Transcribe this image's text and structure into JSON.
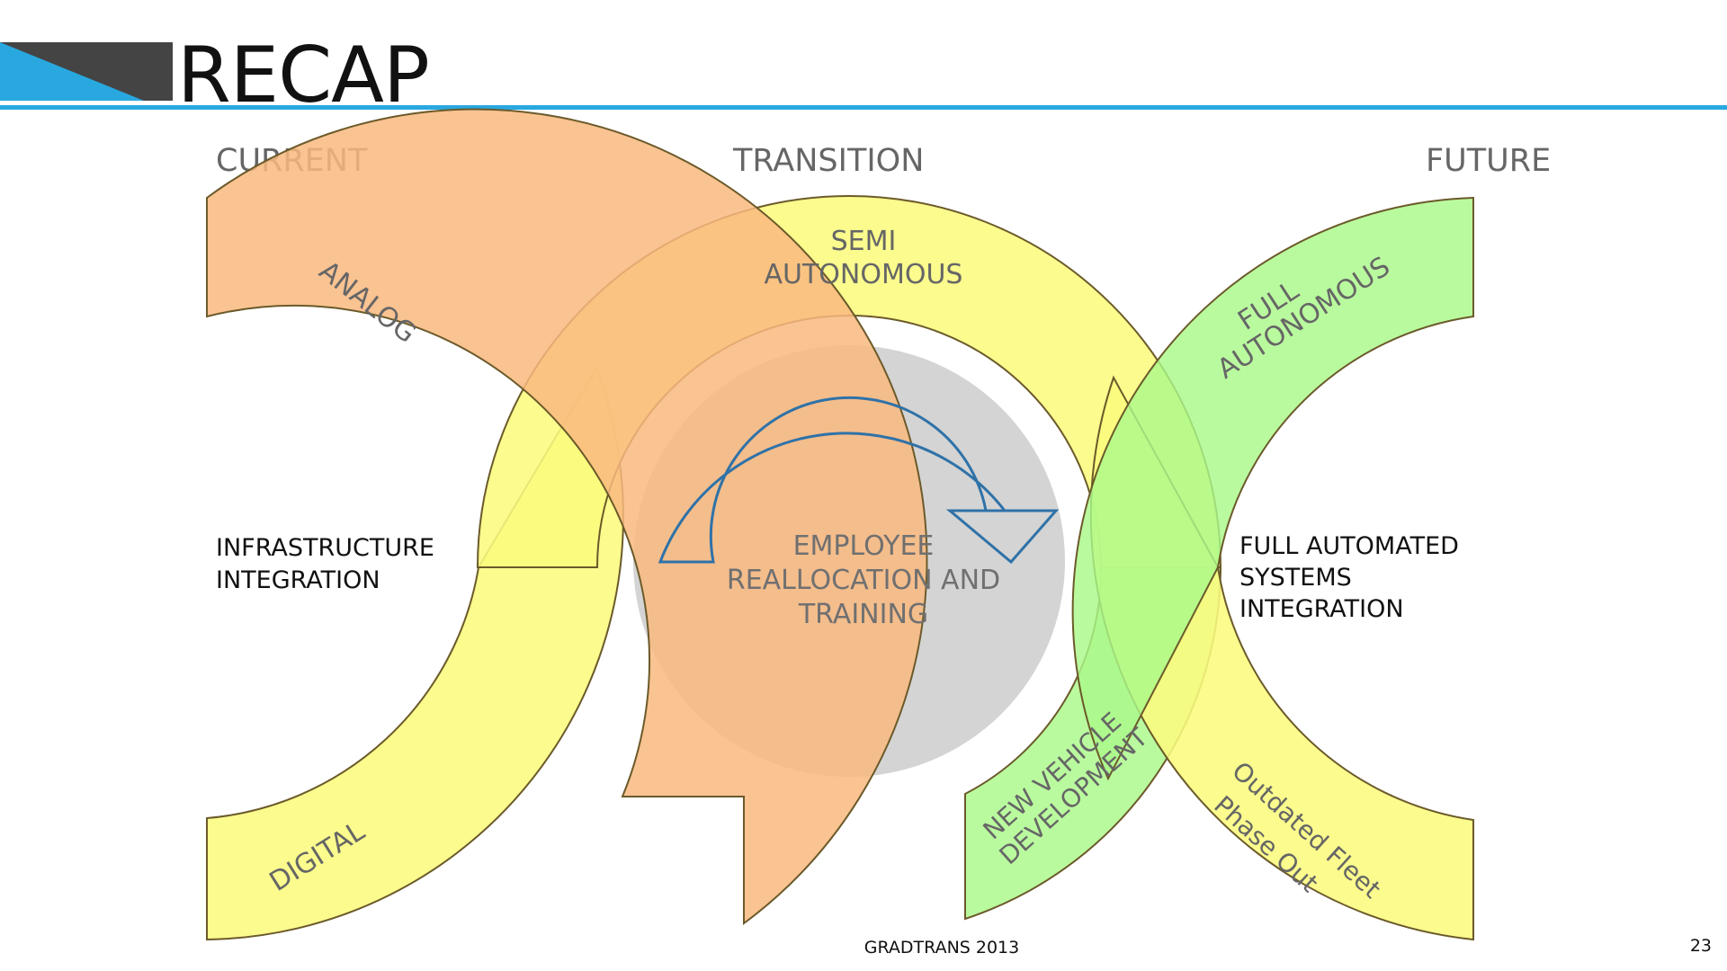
{
  "slide": {
    "title": "RECAP",
    "footer": "GRADTRANS 2013",
    "page_number": "23"
  },
  "columns": {
    "current": "CURRENT",
    "transition": "TRANSITION",
    "future": "FUTURE"
  },
  "arcs": {
    "analog": "ANALOG",
    "digital": "DIGITAL",
    "semi_line1": "SEMI",
    "semi_line2": "AUTONOMOUS",
    "full_line1": "FULL",
    "full_line2": "AUTONOMOUS",
    "new_vehicle_line1": "NEW VEHICLE",
    "new_vehicle_line2": "DEVELOPMENT",
    "outdated_line1": "Outdated Fleet",
    "outdated_line2": "Phase Out"
  },
  "labels": {
    "infra_line1": "INFRASTRUCTURE",
    "infra_line2": "INTEGRATION",
    "systems_line1": "FULL AUTOMATED",
    "systems_line2": "SYSTEMS",
    "systems_line3": "INTEGRATION",
    "center_line1": "EMPLOYEE",
    "center_line2": "REALLOCATION AND",
    "center_line3": "TRAINING"
  },
  "colors": {
    "orange": "#f9b97f",
    "yellow": "#fbfb7e",
    "green": "#abf98a",
    "grey_circle": "#d4d4d4",
    "arrow": "#2f72a8",
    "accent_blue": "#29a8e0",
    "dark_bar": "#444444"
  }
}
